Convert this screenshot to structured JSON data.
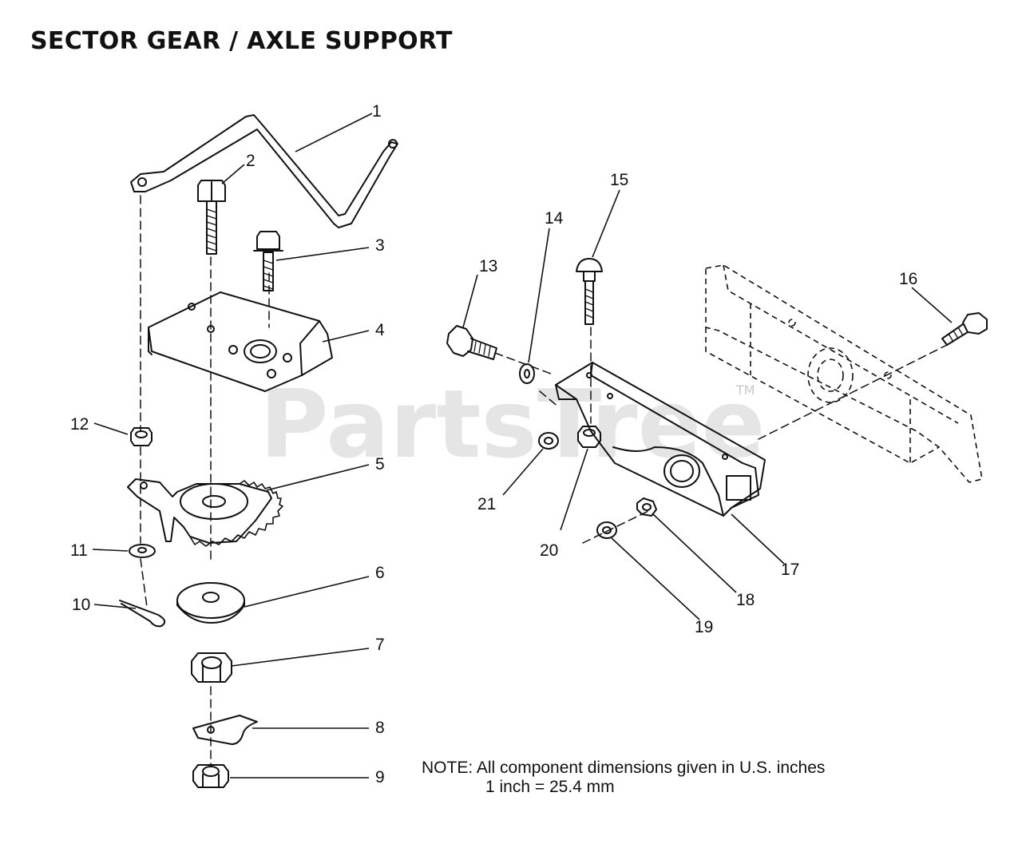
{
  "title": "SECTOR GEAR / AXLE SUPPORT",
  "watermark": {
    "text": "PartsTree",
    "trademark": "TM"
  },
  "callouts": [
    "1",
    "2",
    "3",
    "4",
    "5",
    "6",
    "7",
    "8",
    "9",
    "10",
    "11",
    "12",
    "13",
    "14",
    "15",
    "16",
    "17",
    "18",
    "19",
    "20",
    "21"
  ],
  "note": {
    "line1": "NOTE:  All component dimensions given in U.S. inches",
    "line2": "1 inch = 25.4 mm"
  },
  "colors": {
    "ink": "#111111",
    "watermark": "#cfcfcf",
    "background": "#ffffff"
  }
}
